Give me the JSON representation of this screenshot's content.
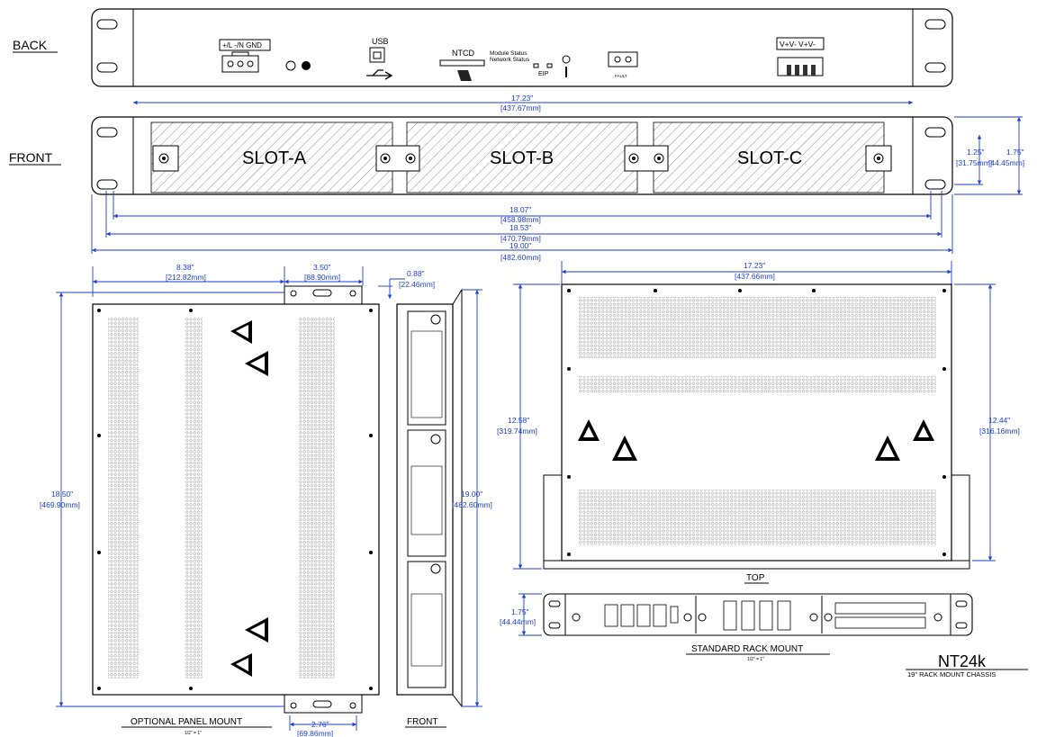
{
  "views": {
    "back": "BACK",
    "front": "FRONT",
    "top": "TOP",
    "panel_mount": "OPTIONAL PANEL MOUNT",
    "panel_front": "FRONT",
    "rack_mount": "STANDARD RACK MOUNT",
    "scale_note": "1/2\" = 1\""
  },
  "title": {
    "model": "NT24k",
    "subtitle": "19\" RACK MOUNT CHASSIS"
  },
  "back_panel": {
    "power_label": "+/L  -/N GND",
    "usb_label": "USB",
    "ntcd_label": "NTCD",
    "module_status": "Module Status",
    "network_status": "Network Status",
    "eip_label": "EIP",
    "fault_label": "FAULT",
    "v_label": "V+V- V+V-"
  },
  "slots": [
    "SLOT-A",
    "SLOT-B",
    "SLOT-C"
  ],
  "dims": {
    "back_w": [
      "17.23\"",
      "[437.67mm]"
    ],
    "front_h1": [
      "1.25\"",
      "[31.75mm]"
    ],
    "front_h2": [
      "1.75\"",
      "[44.45mm]"
    ],
    "front_w1": [
      "18.07\"",
      "[458.98mm]"
    ],
    "front_w2": [
      "18.53\"",
      "[470.79mm]"
    ],
    "front_w3": [
      "19.00\"",
      "[482.60mm]"
    ],
    "panel_w1": [
      "8.38\"",
      "[212.82mm]"
    ],
    "panel_w2": [
      "3.50\"",
      "[88.90mm]"
    ],
    "panel_flange": [
      "0.88\"",
      "[22.46mm]"
    ],
    "panel_h": [
      "18.50\"",
      "[469.90mm]"
    ],
    "panel_side_h": [
      "19.00\"",
      "[482.60mm]"
    ],
    "panel_bottom": [
      "2.76\"",
      "[69.86mm]"
    ],
    "top_w": [
      "17.23\"",
      "[437.66mm]"
    ],
    "top_h1": [
      "12.58\"",
      "[319.74mm]"
    ],
    "top_h2": [
      "12.44\"",
      "[316.16mm]"
    ],
    "rack_h": [
      "1.75\"",
      "[44.44mm]"
    ]
  }
}
